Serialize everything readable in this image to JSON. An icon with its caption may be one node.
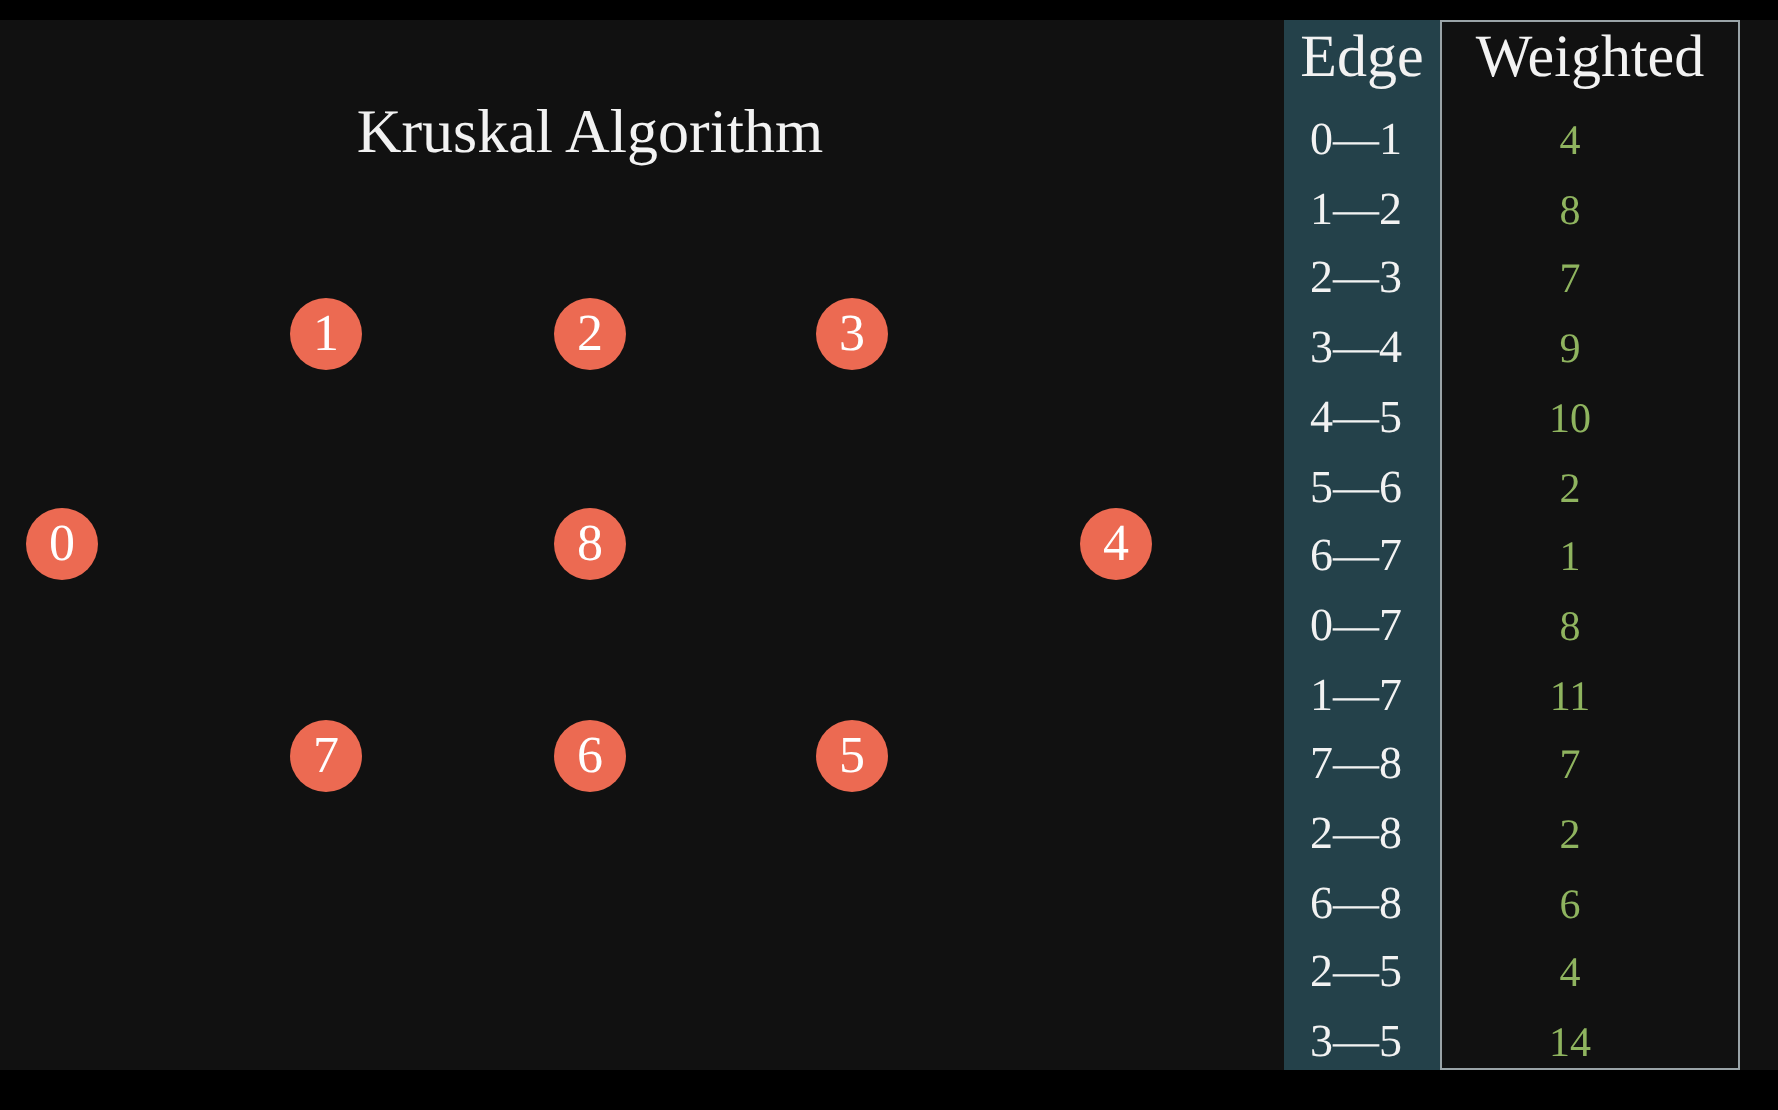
{
  "diagram": {
    "title": "Kruskal Algorithm",
    "nodes": [
      {
        "text": [
          "1"
        ]
      },
      {
        "text": [
          "2"
        ]
      },
      {
        "text": [
          "3"
        ]
      },
      {
        "text": [
          "0"
        ]
      },
      {
        "text": [
          "8"
        ]
      },
      {
        "text": [
          "4"
        ]
      },
      {
        "text": [
          "7"
        ]
      },
      {
        "text": [
          "6"
        ]
      },
      {
        "text": [
          "5"
        ]
      }
    ],
    "labels": [
      "Edge",
      "Weighted",
      "0—1",
      "4",
      "1—2",
      "8",
      "2—3",
      "7",
      "3—4",
      "9",
      "4—5",
      "10",
      "5—6",
      "2",
      "6—7",
      "1",
      "0—7",
      "8",
      "1—7",
      "11",
      "7—8",
      "7",
      "2—8",
      "2",
      "6—8",
      "6",
      "2—5",
      "4",
      "3—5",
      "14"
    ]
  }
}
